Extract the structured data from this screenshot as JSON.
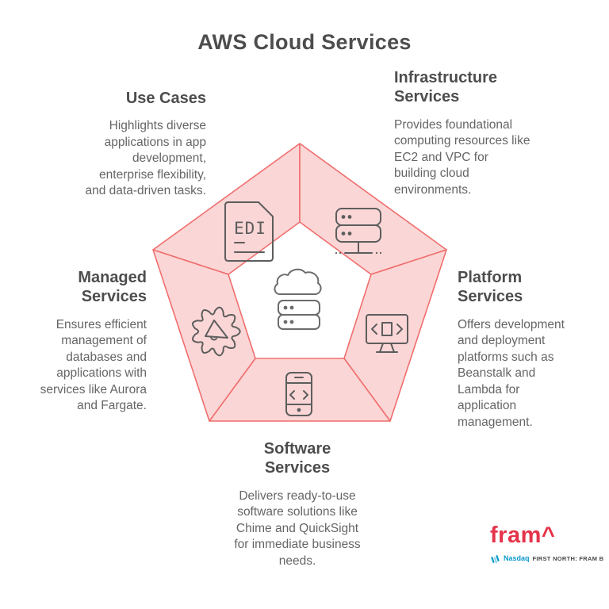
{
  "title": "AWS Cloud Services",
  "colors": {
    "pentagon_fill": "#fbd6d6",
    "pentagon_stroke": "#f06e6e",
    "icon_stroke": "#5d5d5d",
    "heading_text": "#4d4d4d",
    "body_text": "#656565",
    "brand_red": "#e5344a",
    "nasdaq_blue": "#0999cb"
  },
  "sections": {
    "use_cases": {
      "heading": "Use Cases",
      "body": "Highlights diverse applications in app development, enterprise flexibility, and data-driven tasks.",
      "icon": "edi-document-icon"
    },
    "infrastructure": {
      "heading": "Infrastructure Services",
      "body": "Provides foundational computing resources like EC2 and VPC for building cloud environments.",
      "icon": "server-rack-icon"
    },
    "platform": {
      "heading": "Platform Services",
      "body": "Offers development and deployment platforms such as Beanstalk and Lambda for application management.",
      "icon": "monitor-code-icon"
    },
    "software": {
      "heading": "Software Services",
      "body": "Delivers ready-to-use software solutions like Chime and QuickSight for immediate business needs.",
      "icon": "mobile-code-icon"
    },
    "managed": {
      "heading": "Managed Services",
      "body": "Ensures efficient management of databases and applications with services like Aurora and Fargate.",
      "icon": "gear-megaphone-icon"
    }
  },
  "pentagon": {
    "edi_label": "EDI",
    "center_icon": "cloud-server-icon"
  },
  "footer": {
    "brand": "fram^",
    "exchange": "Nasdaq",
    "listing": "FIRST NORTH: FRAM B"
  }
}
